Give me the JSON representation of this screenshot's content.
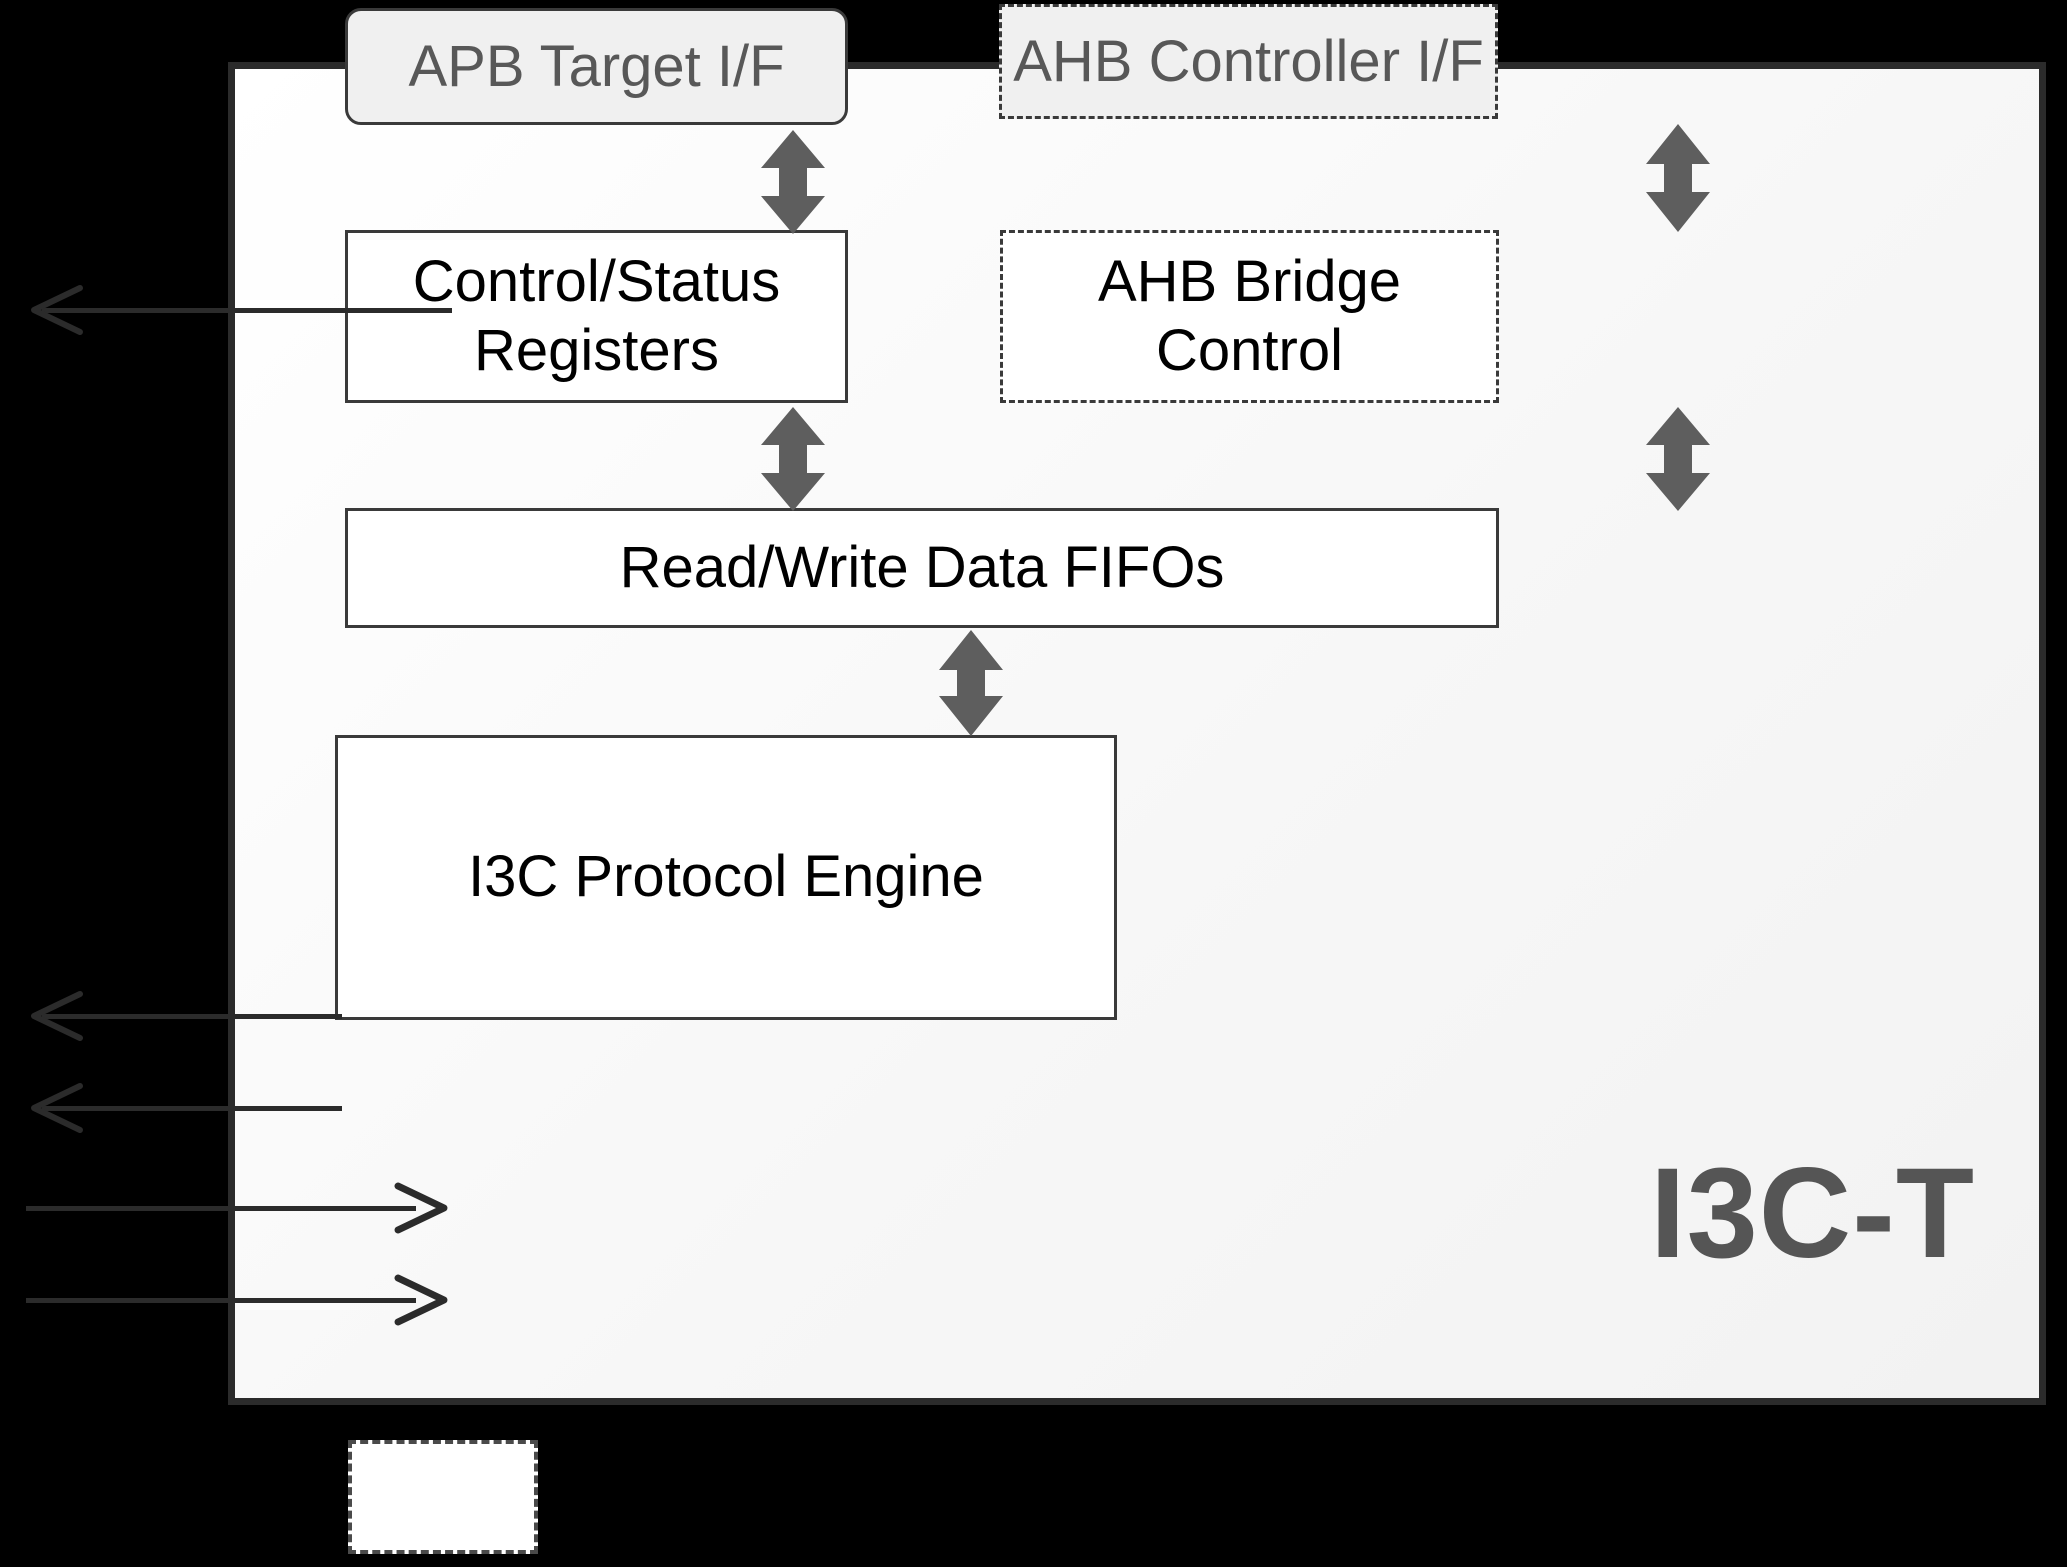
{
  "diagram": {
    "title": "I3C-T",
    "chip_label": "I3C-T",
    "interfaces": [
      {
        "id": "apb",
        "label": "APB Target I/F",
        "border": "solid",
        "fill": "#f0f0f0",
        "text_color": "#585858"
      },
      {
        "id": "ahb",
        "label": "AHB Controller I/F",
        "border": "dashed",
        "fill": "#f0f0f0",
        "text_color": "#585858"
      }
    ],
    "blocks": [
      {
        "id": "csr",
        "label": "Control/Status Registers",
        "border": "solid",
        "fill": "#ffffff"
      },
      {
        "id": "ahb_bridge",
        "label": "AHB Bridge Control",
        "border": "dashed",
        "fill": "#ffffff"
      },
      {
        "id": "fifo",
        "label": "Read/Write Data FIFOs",
        "border": "solid",
        "fill": "#ffffff"
      },
      {
        "id": "engine",
        "label": "I3C Protocol Engine",
        "border": "solid",
        "fill": "#ffffff"
      }
    ],
    "connections": [
      {
        "id": "apb-csr",
        "type": "bidirectional",
        "from": "APB Target I/F",
        "to": "Control/Status Registers",
        "color": "#5e5e5e"
      },
      {
        "id": "ahb-bridge",
        "type": "bidirectional",
        "from": "AHB Controller I/F",
        "to": "AHB Bridge Control",
        "color": "#5e5e5e"
      },
      {
        "id": "csr-fifo",
        "type": "bidirectional",
        "from": "Control/Status Registers",
        "to": "Read/Write Data FIFOs",
        "color": "#5e5e5e"
      },
      {
        "id": "bridge-fifo",
        "type": "bidirectional",
        "from": "AHB Bridge Control",
        "to": "Read/Write Data FIFOs",
        "color": "#5e5e5e"
      },
      {
        "id": "fifo-engine",
        "type": "bidirectional",
        "from": "Read/Write Data FIFOs",
        "to": "I3C Protocol Engine",
        "color": "#5e5e5e"
      },
      {
        "id": "csr-out",
        "type": "output",
        "from": "Control/Status Registers",
        "to": "external",
        "color": "#2b2b2b"
      },
      {
        "id": "engine-out-1",
        "type": "output",
        "from": "I3C Protocol Engine",
        "to": "external",
        "color": "#2b2b2b"
      },
      {
        "id": "engine-out-2",
        "type": "output",
        "from": "I3C Protocol Engine",
        "to": "external",
        "color": "#2b2b2b"
      },
      {
        "id": "engine-in-1",
        "type": "input",
        "from": "external",
        "to": "I3C Protocol Engine",
        "color": "#2b2b2b"
      },
      {
        "id": "engine-in-2",
        "type": "input",
        "from": "external",
        "to": "I3C Protocol Engine",
        "color": "#2b2b2b"
      }
    ],
    "legend": {
      "id": "legend-key",
      "label": "",
      "border": "dashed",
      "fill": "#ffffff"
    },
    "colors": {
      "background": "#000000",
      "chip_fill": "#fafafa",
      "chip_border": "#2b2b2b",
      "block_border": "#3a3a3a",
      "arrow_gray": "#5e5e5e",
      "line_black": "#2b2b2b",
      "wordmark": "#555555",
      "iface_fill": "#f0f0f0",
      "iface_text": "#585858"
    }
  }
}
